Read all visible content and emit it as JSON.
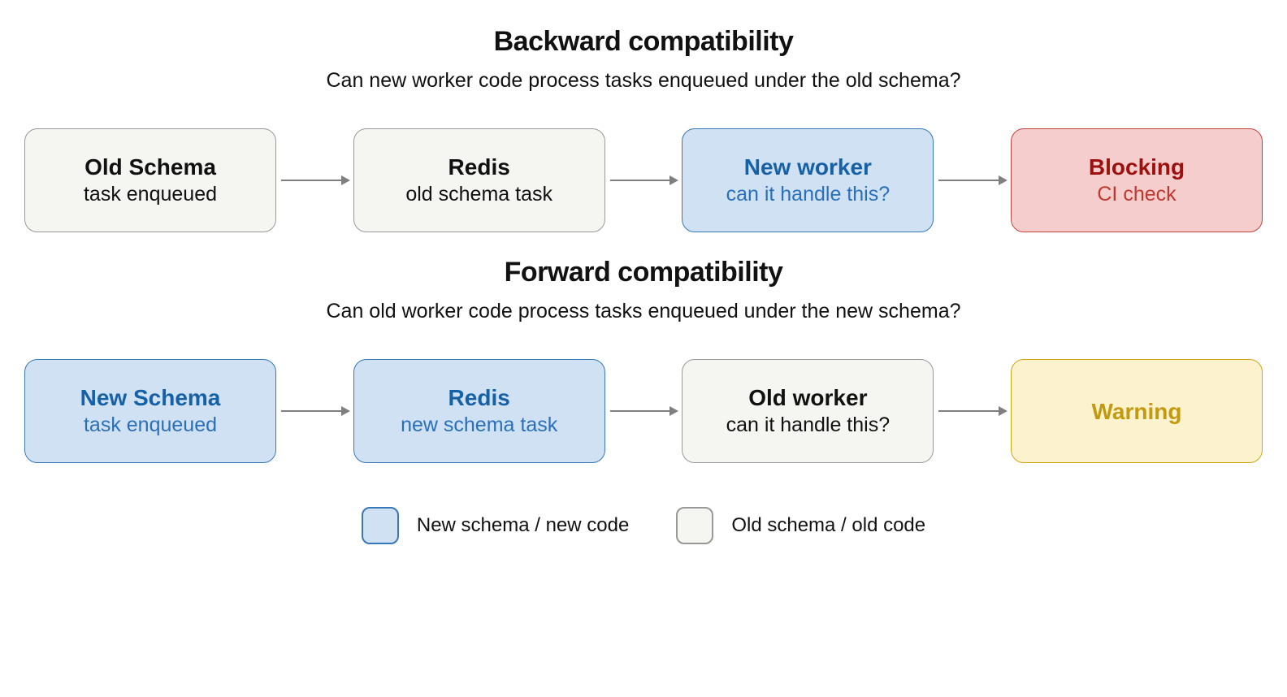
{
  "sections": [
    {
      "title": "Backward compatibility",
      "subtitle": "Can new worker code process tasks enqueued under the old schema?",
      "nodes": [
        {
          "title": "Old Schema",
          "subtitle": "task enqueued",
          "style": "old"
        },
        {
          "title": "Redis",
          "subtitle": "old schema task",
          "style": "old"
        },
        {
          "title": "New worker",
          "subtitle": "can it handle this?",
          "style": "new"
        },
        {
          "title": "Blocking",
          "subtitle": "CI check",
          "style": "blocking"
        }
      ]
    },
    {
      "title": "Forward compatibility",
      "subtitle": "Can old worker code process tasks enqueued under the new schema?",
      "nodes": [
        {
          "title": "New Schema",
          "subtitle": "task enqueued",
          "style": "new"
        },
        {
          "title": "Redis",
          "subtitle": "new schema task",
          "style": "new"
        },
        {
          "title": "Old worker",
          "subtitle": "can it handle this?",
          "style": "old"
        },
        {
          "title": "Warning",
          "subtitle": "",
          "style": "warning"
        }
      ]
    }
  ],
  "legend": [
    {
      "label": "New schema / new code",
      "style": "new"
    },
    {
      "label": "Old schema / old code",
      "style": "old"
    }
  ],
  "colors": {
    "new_fill": "#cfe1f3",
    "new_border": "#3878b8",
    "new_text": "#1660a5",
    "old_fill": "#f5f5f2",
    "old_border": "#999999",
    "blocking_fill": "#f4cdcc",
    "blocking_border": "#c4423d",
    "blocking_text": "#9c100d",
    "warning_fill": "#fcf2ce",
    "warning_border": "#d2a517",
    "warning_text": "#c3990e",
    "arrow": "#7f7f7f"
  }
}
